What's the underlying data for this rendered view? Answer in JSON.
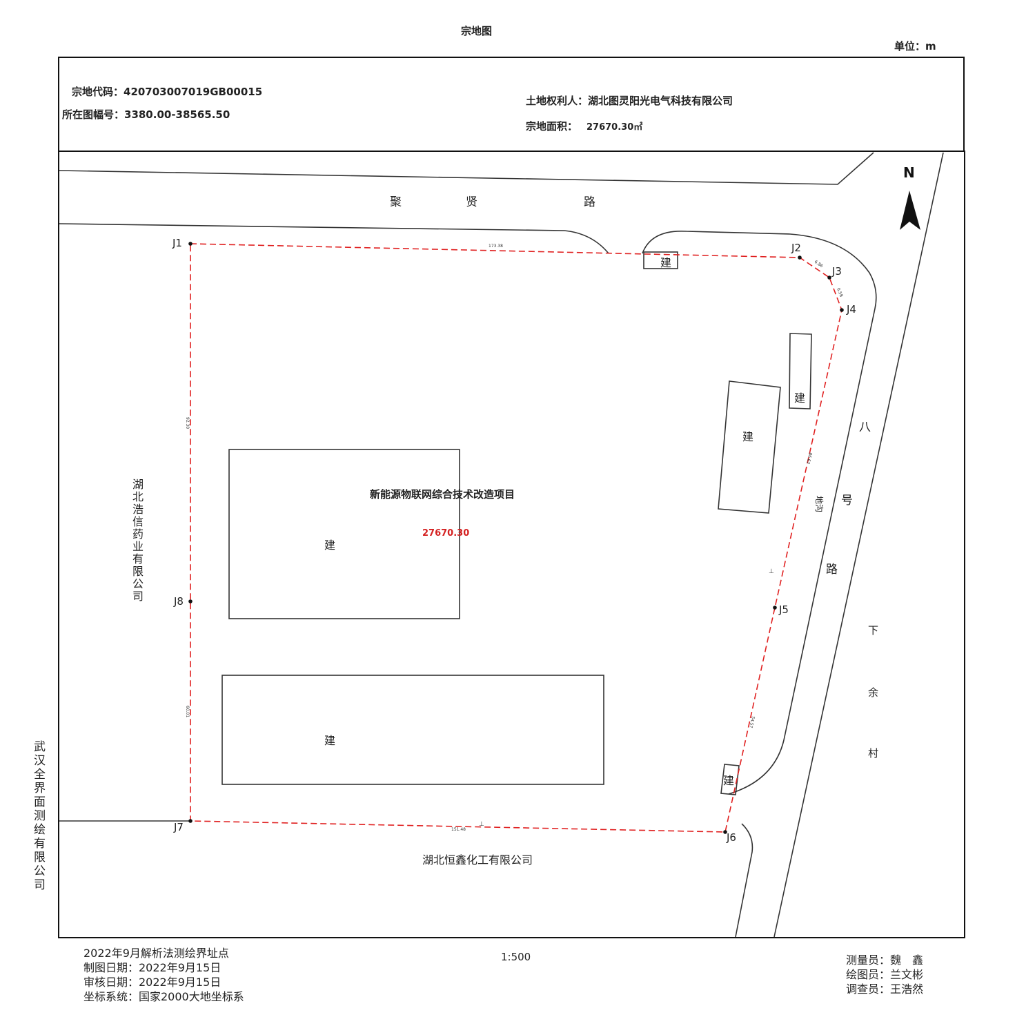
{
  "title": "宗地图",
  "unit": "单位：m",
  "header": {
    "parcel_code_label": "宗地代码：420703007019GB00015",
    "sheet_no_label": "所在图幅号：3380.00-38565.50",
    "owner_label": "土地权利人：湖北图灵阳光电气科技有限公司",
    "area_label": "宗地面积：",
    "area_value": "27670.30㎡"
  },
  "map": {
    "north": "N",
    "road_north_chars": [
      "聚",
      "贤",
      "路"
    ],
    "road_east_chars": [
      "八",
      "号",
      "路"
    ],
    "village_chars": [
      "下",
      "余",
      "村"
    ],
    "project_name": "新能源物联网综合技术改造项目",
    "area_center": "27670.30",
    "west_neighbor": "湖北浩信药业有限公司",
    "south_neighbor": "湖北恒鑫化工有限公司",
    "ditch_label": "地沟",
    "building_label": "建",
    "boundary_points": [
      "J1",
      "J2",
      "J3",
      "J4",
      "J5",
      "J6",
      "J7",
      "J8"
    ],
    "edge_lengths": {
      "north": "173.38",
      "j2j3": "6.86",
      "j3j4": "6.58",
      "east_upper": "86.62",
      "east_lower": "54.57",
      "south": "151.48",
      "west_upper": "92.30",
      "west_lower": "60.01"
    },
    "colors": {
      "boundary": "#e02020",
      "lines": "#333333",
      "area_text": "#d42020"
    }
  },
  "side_company": "武汉全界面测绘有限公司",
  "footer_left": [
    "2022年9月解析法测绘界址点",
    "制图日期：2022年9月15日",
    "审核日期：2022年9月15日",
    "坐标系统：国家2000大地坐标系"
  ],
  "scale": "1:500",
  "footer_right": [
    "测量员：魏　鑫",
    "绘图员：兰文彬",
    "调查员：王浩然"
  ]
}
